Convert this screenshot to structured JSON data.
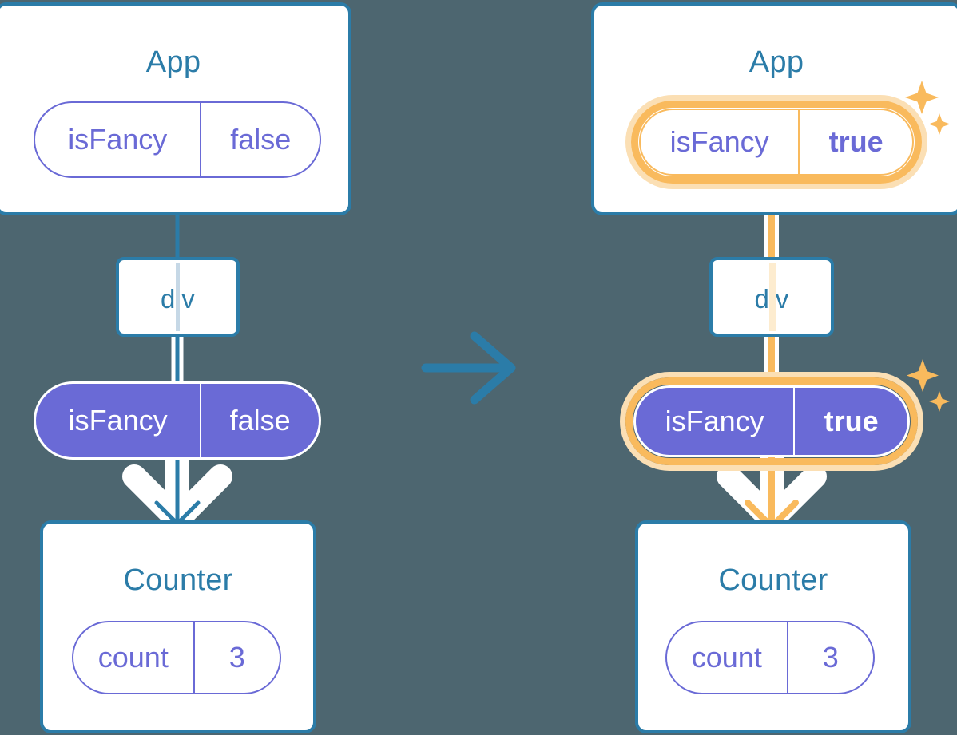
{
  "meta": {
    "background_color": "#4d6670",
    "box_border_color": "#2b7ca8",
    "title_text_color": "#2b7ca8",
    "pill_purple": "#6a6ad6",
    "highlight_orange": "#f9ba5d",
    "highlight_orange_soft": "#fbdfb4",
    "white": "#ffffff"
  },
  "transition_arrow": {
    "icon": "arrow-right-icon",
    "color": "#2b7ca8"
  },
  "diagrams": [
    {
      "id": "before",
      "side": "left",
      "highlighted": false,
      "nodes": {
        "app": {
          "title": "App",
          "state": {
            "key": "isFancy",
            "value": "false",
            "bold_value": false,
            "style": "outline",
            "highlighted": false
          }
        },
        "div": {
          "title": "div"
        },
        "prop": {
          "key": "isFancy",
          "value": "false",
          "bold_value": false,
          "style": "filled",
          "highlighted": false
        },
        "counter": {
          "title": "Counter",
          "state": {
            "key": "count",
            "value": "3",
            "bold_value": false,
            "style": "outline",
            "highlighted": false
          }
        }
      },
      "edges": {
        "app_to_div": {
          "color": "#2b7ca8"
        },
        "div_to_prop": {
          "color": "#2b7ca8"
        },
        "prop_to_counter": {
          "color": "#2b7ca8",
          "arrowhead": true
        }
      },
      "sparkles": []
    },
    {
      "id": "after",
      "side": "right",
      "highlighted": true,
      "nodes": {
        "app": {
          "title": "App",
          "state": {
            "key": "isFancy",
            "value": "true",
            "bold_value": true,
            "style": "outline",
            "highlighted": true
          }
        },
        "div": {
          "title": "div"
        },
        "prop": {
          "key": "isFancy",
          "value": "true",
          "bold_value": true,
          "style": "filled",
          "highlighted": true
        },
        "counter": {
          "title": "Counter",
          "state": {
            "key": "count",
            "value": "3",
            "bold_value": false,
            "style": "outline",
            "highlighted": false
          }
        }
      },
      "edges": {
        "app_to_div": {
          "color": "#f9ba5d"
        },
        "div_to_prop": {
          "color": "#f9ba5d"
        },
        "prop_to_counter": {
          "color": "#f9ba5d",
          "arrowhead": true
        }
      },
      "sparkles": [
        {
          "name": "sparkle-top",
          "near": "app-state-pill"
        },
        {
          "name": "sparkle-bottom",
          "near": "prop-pill"
        }
      ]
    }
  ]
}
